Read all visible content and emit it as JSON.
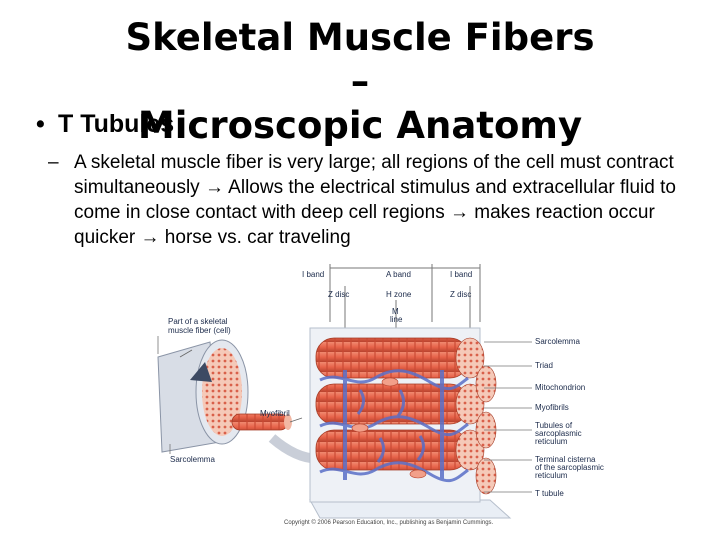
{
  "slide": {
    "title_line1": "Skeletal Muscle Fibers –",
    "title_line2": "Microscopic Anatomy",
    "bullet_glyph": "•",
    "bullet": "T Tubules",
    "sub_dash": "–",
    "sub_text": "A skeletal muscle fiber is very large; all regions of the cell must contract simultaneously → Allows the electrical stimulus and extracellular fluid to come in close contact with deep cell regions → makes reaction occur quicker → horse vs. car traveling"
  },
  "figure": {
    "top_labels": {
      "i_band_left": "I band",
      "a_band": "A band",
      "i_band_right": "I band",
      "z_disc_left": "Z disc",
      "h_zone": "H zone",
      "z_disc_right": "Z disc",
      "m_line_1": "M",
      "m_line_2": "line"
    },
    "left_labels": {
      "part_1": "Part of a skeletal",
      "part_2": "muscle fiber (cell)",
      "myofibril": "Myofibril",
      "sarcolemma": "Sarcolemma"
    },
    "right_labels": {
      "sarcolemma": "Sarcolemma",
      "triad": "Triad",
      "mitochondrion": "Mitochondrion",
      "myofibrils": "Myofibrils",
      "tubules_1": "Tubules of",
      "tubules_2": "sarcoplasmic",
      "tubules_3": "reticulum",
      "cisterna_1": "Terminal cisterna",
      "cisterna_2": "of the sarcoplasmic",
      "cisterna_3": "reticulum",
      "t_tubule": "T tubule"
    },
    "copyright": "Copyright © 2006 Pearson Education, Inc., publishing as Benjamin Cummings.",
    "colors": {
      "myofibril": "#e8634a",
      "sr_network": "#5a6fc8",
      "membrane": "#e9eef5",
      "label_text": "#1b2a4a"
    }
  }
}
